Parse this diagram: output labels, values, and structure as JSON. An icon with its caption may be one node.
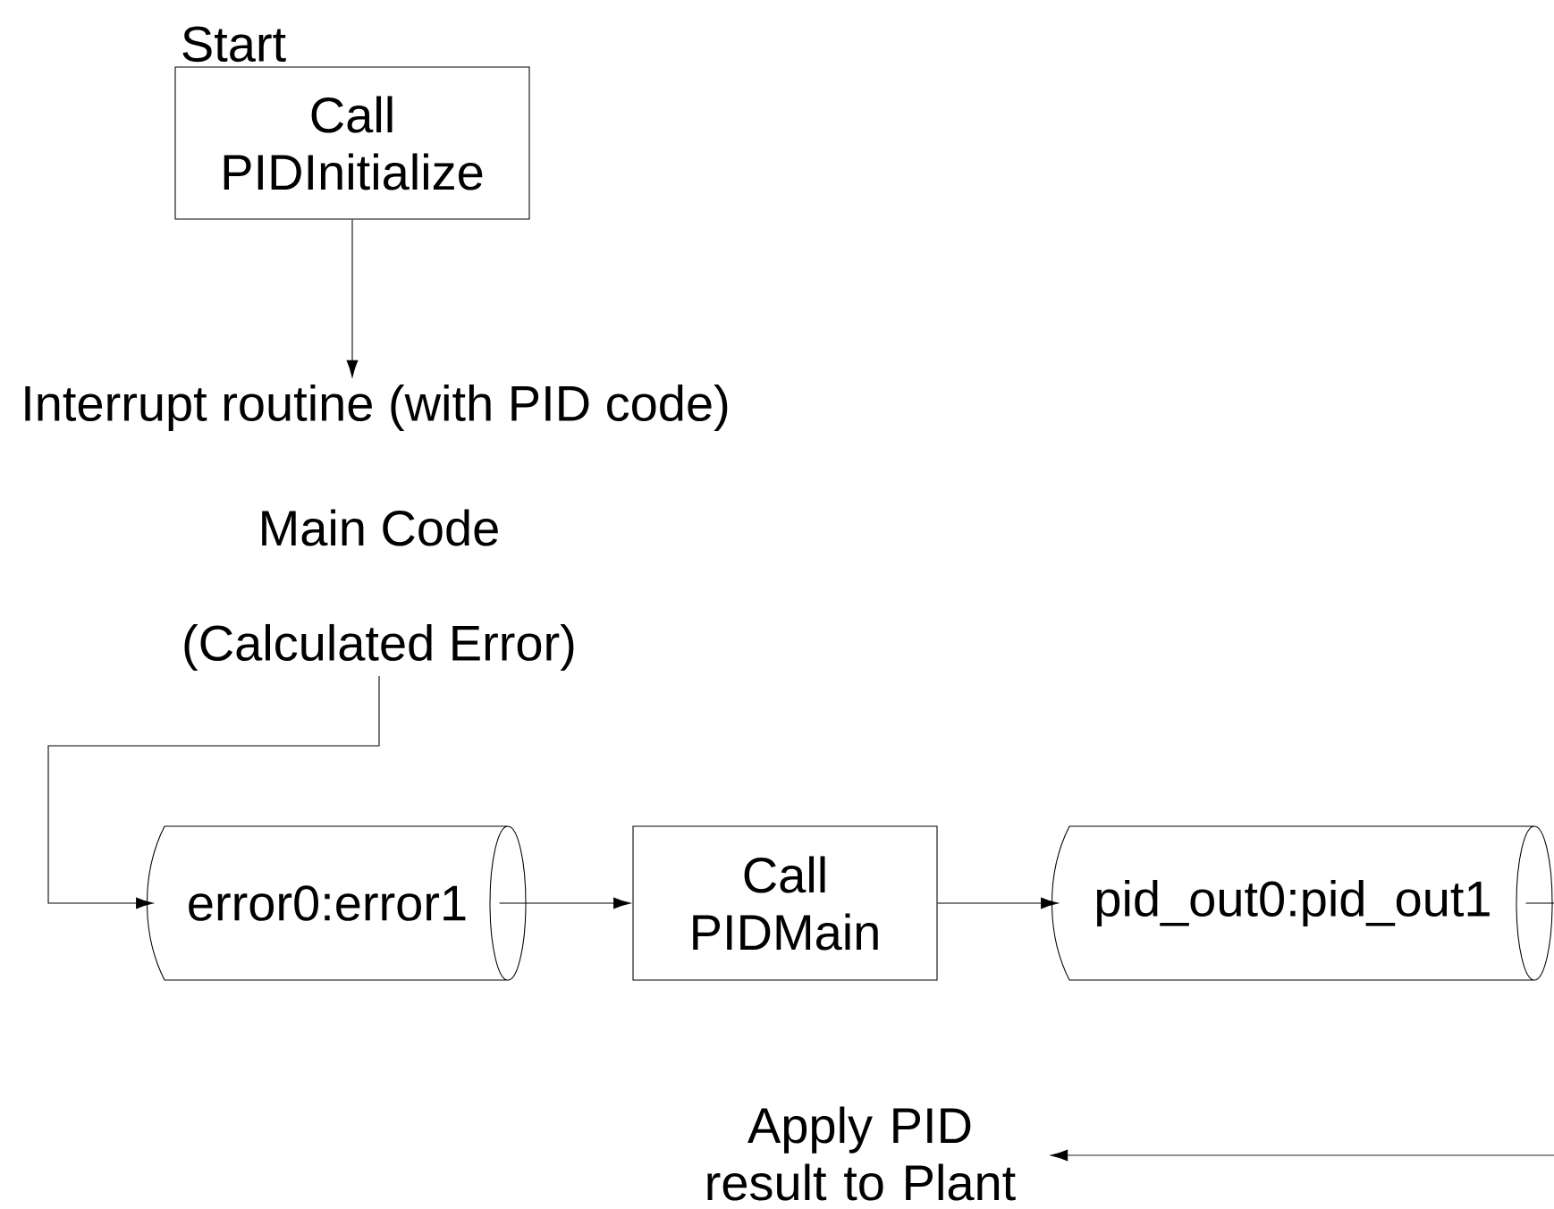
{
  "diagram": {
    "nodes": [
      {
        "text": [
          "Start",
          "Call PIDInitialize"
        ]
      },
      {
        "text": [
          "Interrupt routine (with PID code)"
        ]
      },
      {
        "text": [
          "(Calculated Error)"
        ]
      },
      {
        "text": [
          "error0:error1"
        ]
      },
      {
        "text": [
          "Call PIDMain"
        ]
      },
      {
        "text": [
          "pid_out0:pid_out1"
        ]
      },
      {
        "text": [
          "Apply PID result to Plant"
        ]
      }
    ],
    "edges": [
      {
        "from": 0,
        "to": 1,
        "arrow": "to"
      },
      {
        "from": 2,
        "to": 3,
        "arrow": "to"
      },
      {
        "from": 3,
        "to": 4,
        "arrow": "to"
      },
      {
        "from": 4,
        "to": 5,
        "arrow": "to"
      },
      {
        "from": 5,
        "to": null,
        "arrow": "none"
      },
      {
        "from": null,
        "to": 6,
        "arrow": "to"
      }
    ],
    "labels": [
      "Main Code"
    ]
  }
}
